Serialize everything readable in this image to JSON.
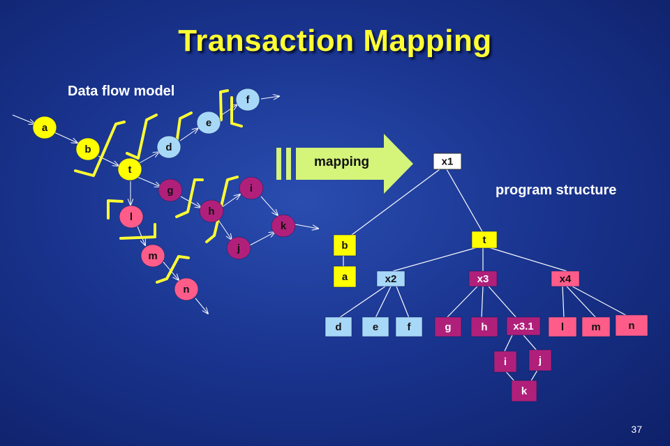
{
  "title": "Transaction Mapping",
  "data_flow_label": "Data flow model",
  "program_structure_label": "program structure",
  "mapping_label": "mapping",
  "page_number": "37",
  "colors": {
    "yellow_node": "#ffff00",
    "pink_node": "#ff5c8a",
    "magenta_node": "#b0207a",
    "blue_box": "#a8d8f8",
    "arrow_fill": "#d4f47a",
    "bracket": "#ffff33"
  },
  "dfd_nodes": [
    {
      "id": "a",
      "label": "a",
      "color": "yellow"
    },
    {
      "id": "b",
      "label": "b",
      "color": "yellow"
    },
    {
      "id": "t",
      "label": "t",
      "color": "yellow"
    },
    {
      "id": "d",
      "label": "d",
      "color": "blue"
    },
    {
      "id": "e",
      "label": "e",
      "color": "blue"
    },
    {
      "id": "f",
      "label": "f",
      "color": "blue"
    },
    {
      "id": "g",
      "label": "g",
      "color": "magenta"
    },
    {
      "id": "h",
      "label": "h",
      "color": "magenta"
    },
    {
      "id": "i",
      "label": "i",
      "color": "magenta"
    },
    {
      "id": "j",
      "label": "j",
      "color": "magenta"
    },
    {
      "id": "k",
      "label": "k",
      "color": "magenta"
    },
    {
      "id": "l",
      "label": "l",
      "color": "pink"
    },
    {
      "id": "m",
      "label": "m",
      "color": "pink"
    },
    {
      "id": "n",
      "label": "n",
      "color": "pink"
    }
  ],
  "tree_boxes": [
    {
      "id": "x1",
      "label": "x1",
      "style": "white"
    },
    {
      "id": "b",
      "label": "b",
      "style": "yellow"
    },
    {
      "id": "a",
      "label": "a",
      "style": "yellow"
    },
    {
      "id": "t",
      "label": "t",
      "style": "yellow"
    },
    {
      "id": "x2",
      "label": "x2",
      "style": "blue"
    },
    {
      "id": "x3",
      "label": "x3",
      "style": "magenta"
    },
    {
      "id": "x4",
      "label": "x4",
      "style": "pink"
    },
    {
      "id": "d",
      "label": "d",
      "style": "blue"
    },
    {
      "id": "e",
      "label": "e",
      "style": "blue"
    },
    {
      "id": "f",
      "label": "f",
      "style": "blue"
    },
    {
      "id": "g",
      "label": "g",
      "style": "magenta"
    },
    {
      "id": "h",
      "label": "h",
      "style": "magenta"
    },
    {
      "id": "x31",
      "label": "x3.1",
      "style": "magenta"
    },
    {
      "id": "l",
      "label": "l",
      "style": "pink"
    },
    {
      "id": "m",
      "label": "m",
      "style": "pink"
    },
    {
      "id": "n",
      "label": "n",
      "style": "pink"
    },
    {
      "id": "i",
      "label": "i",
      "style": "magenta"
    },
    {
      "id": "j",
      "label": "j",
      "style": "magenta"
    },
    {
      "id": "k",
      "label": "k",
      "style": "magenta"
    }
  ]
}
